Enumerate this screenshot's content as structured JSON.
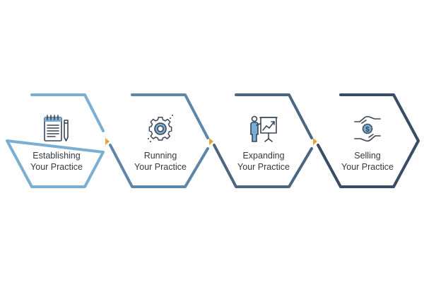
{
  "steps": [
    {
      "line1": "Establishing",
      "line2": "Your Practice",
      "icon": "notepad-pencil-icon",
      "color": "#7aaed3"
    },
    {
      "line1": "Running",
      "line2": "Your Practice",
      "icon": "gear-icon",
      "color": "#5e86a8"
    },
    {
      "line1": "Expanding",
      "line2": "Your Practice",
      "icon": "presenter-chart-icon",
      "color": "#4b6683"
    },
    {
      "line1": "Selling",
      "line2": "Your Practice",
      "icon": "hands-dollar-icon",
      "color": "#3a4b66"
    }
  ],
  "arrow_color": "#e8a23a",
  "icon_ink": "#3a4556",
  "icon_accent": "#7aaed3"
}
